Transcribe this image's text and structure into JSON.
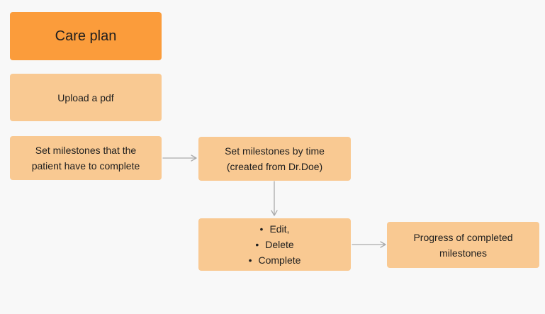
{
  "colors": {
    "background": "#f8f8f8",
    "node_primary": "#fb9c3b",
    "node_secondary": "#f9c992",
    "connector": "#ababab",
    "text": "#1e1e1e"
  },
  "nodes": {
    "care_plan": {
      "label": "Care plan"
    },
    "upload_pdf": {
      "label": "Upload a pdf"
    },
    "set_milestones_patient": {
      "lines": [
        "Set milestones that the",
        "patient have to complete"
      ]
    },
    "set_milestones_time": {
      "lines": [
        "Set milestones by time",
        "(created from Dr.Doe)"
      ]
    },
    "milestone_actions": {
      "items": [
        "Edit,",
        "Delete",
        "Complete"
      ]
    },
    "progress_completed": {
      "lines": [
        "Progress of completed",
        "milestones"
      ]
    }
  }
}
